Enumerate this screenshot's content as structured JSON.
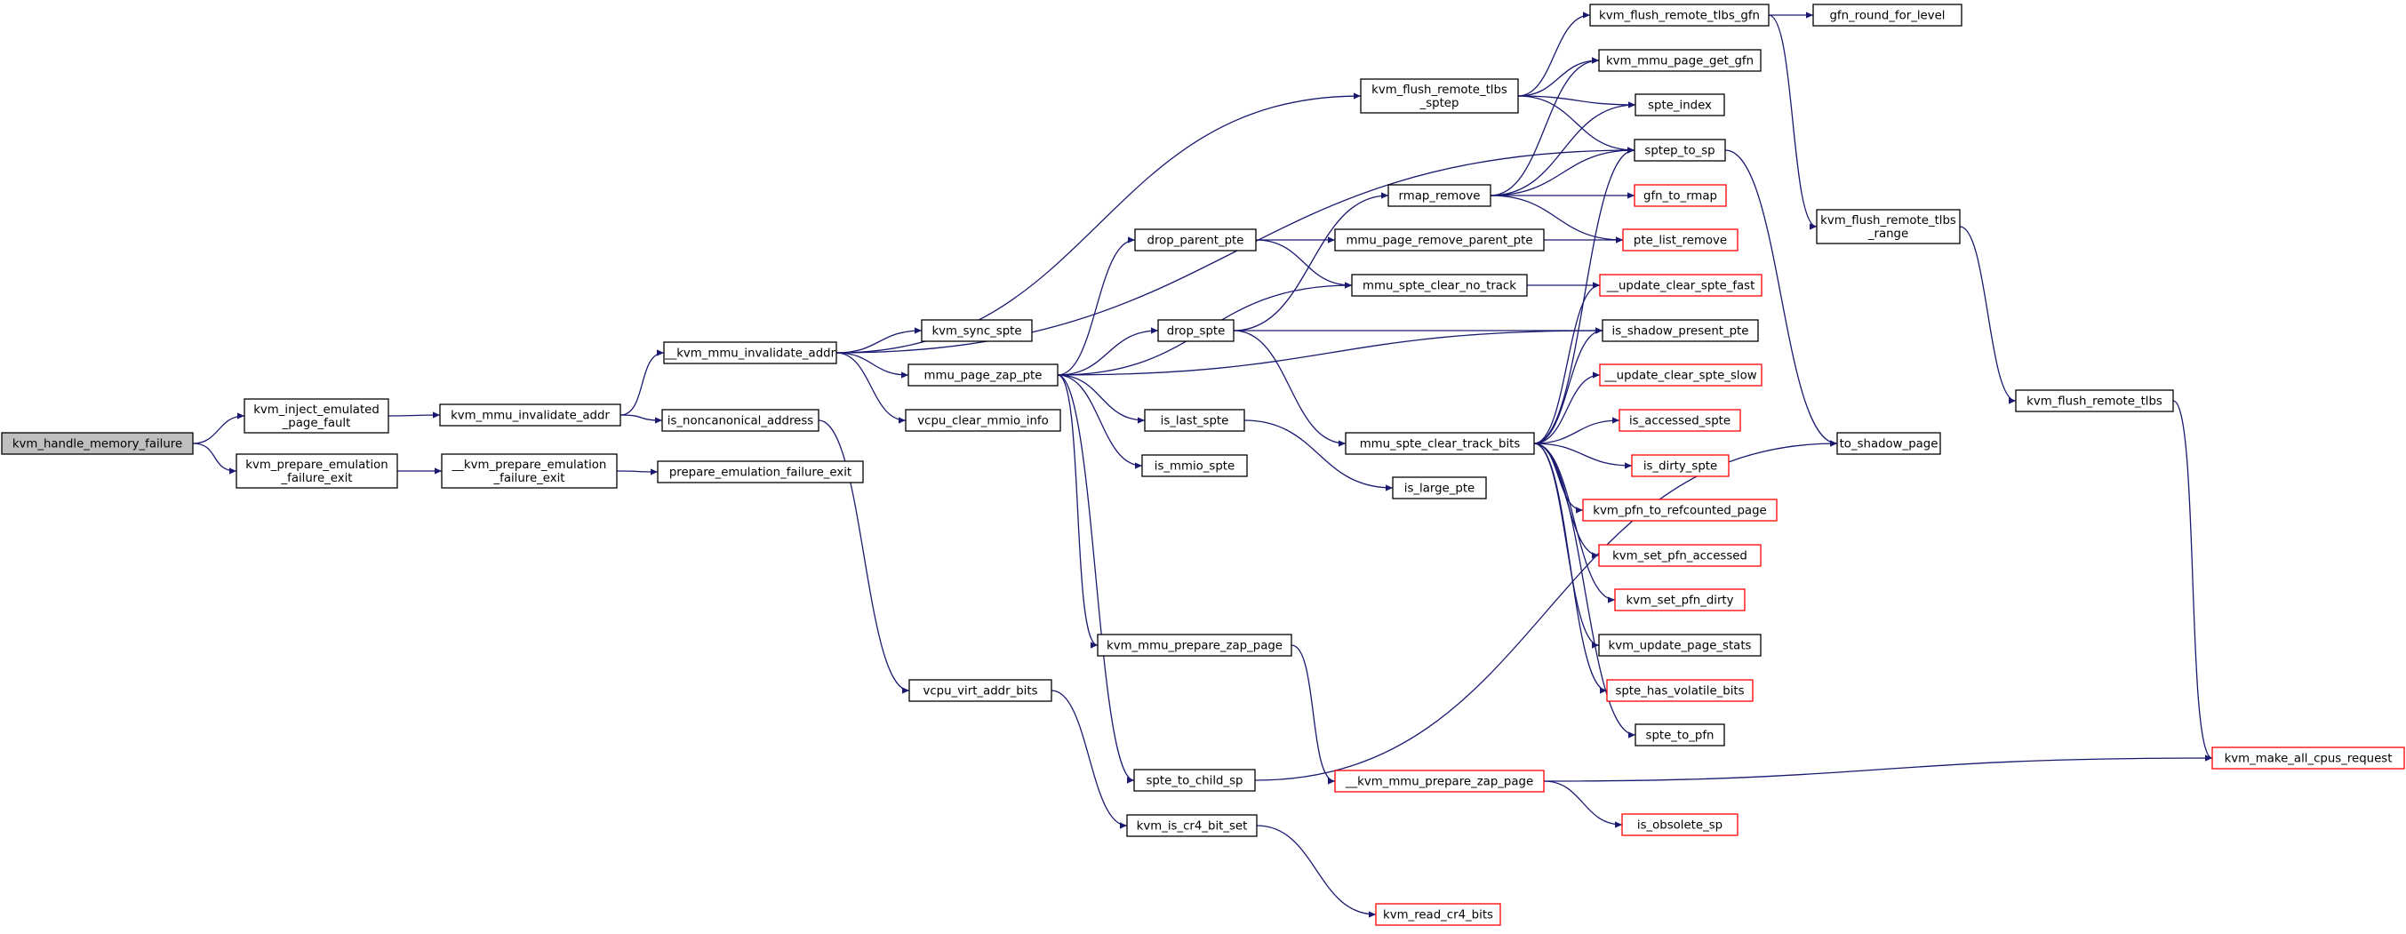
{
  "colors": {
    "edge": "#191970",
    "border_normal": "#000000",
    "border_red": "#ff0000",
    "fill_normal": "#ffffff",
    "fill_root": "#bfbfbf"
  },
  "nodes": [
    {
      "id": "n0",
      "lines": [
        "kvm_handle_memory_failure"
      ],
      "style": "root"
    },
    {
      "id": "n1",
      "lines": [
        "kvm_inject_emulated",
        "_page_fault"
      ],
      "style": "normal"
    },
    {
      "id": "n2",
      "lines": [
        "kvm_prepare_emulation",
        "_failure_exit"
      ],
      "style": "normal"
    },
    {
      "id": "n3",
      "lines": [
        "kvm_mmu_invalidate_addr"
      ],
      "style": "normal"
    },
    {
      "id": "n4",
      "lines": [
        "is_noncanonical_address"
      ],
      "style": "normal"
    },
    {
      "id": "n5",
      "lines": [
        "__kvm_prepare_emulation",
        "_failure_exit"
      ],
      "style": "normal"
    },
    {
      "id": "n6",
      "lines": [
        "prepare_emulation_failure_exit"
      ],
      "style": "normal"
    },
    {
      "id": "n7",
      "lines": [
        "__kvm_mmu_invalidate_addr"
      ],
      "style": "normal"
    },
    {
      "id": "n8",
      "lines": [
        "kvm_sync_spte"
      ],
      "style": "normal"
    },
    {
      "id": "n9",
      "lines": [
        "mmu_page_zap_pte"
      ],
      "style": "normal"
    },
    {
      "id": "n10",
      "lines": [
        "vcpu_clear_mmio_info"
      ],
      "style": "normal"
    },
    {
      "id": "n11",
      "lines": [
        "vcpu_virt_addr_bits"
      ],
      "style": "normal"
    },
    {
      "id": "n12",
      "lines": [
        "kvm_is_cr4_bit_set"
      ],
      "style": "normal"
    },
    {
      "id": "n13",
      "lines": [
        "kvm_read_cr4_bits"
      ],
      "style": "red"
    },
    {
      "id": "n14",
      "lines": [
        "drop_parent_pte"
      ],
      "style": "normal"
    },
    {
      "id": "n15",
      "lines": [
        "drop_spte"
      ],
      "style": "normal"
    },
    {
      "id": "n16",
      "lines": [
        "is_last_spte"
      ],
      "style": "normal"
    },
    {
      "id": "n17",
      "lines": [
        "is_mmio_spte"
      ],
      "style": "normal"
    },
    {
      "id": "n18",
      "lines": [
        "kvm_mmu_prepare_zap_page"
      ],
      "style": "normal"
    },
    {
      "id": "n19",
      "lines": [
        "spte_to_child_sp"
      ],
      "style": "normal"
    },
    {
      "id": "n20",
      "lines": [
        "kvm_flush_remote_tlbs",
        "_sptep"
      ],
      "style": "normal"
    },
    {
      "id": "n21",
      "lines": [
        "rmap_remove"
      ],
      "style": "normal"
    },
    {
      "id": "n22",
      "lines": [
        "mmu_page_remove_parent_pte"
      ],
      "style": "normal"
    },
    {
      "id": "n23",
      "lines": [
        "mmu_spte_clear_no_track"
      ],
      "style": "normal"
    },
    {
      "id": "n24",
      "lines": [
        "mmu_spte_clear_track_bits"
      ],
      "style": "normal"
    },
    {
      "id": "n25",
      "lines": [
        "is_large_pte"
      ],
      "style": "normal"
    },
    {
      "id": "n26",
      "lines": [
        "__kvm_mmu_prepare_zap_page"
      ],
      "style": "red"
    },
    {
      "id": "n27",
      "lines": [
        "kvm_flush_remote_tlbs_gfn"
      ],
      "style": "normal"
    },
    {
      "id": "n28",
      "lines": [
        "kvm_mmu_page_get_gfn"
      ],
      "style": "normal"
    },
    {
      "id": "n29",
      "lines": [
        "spte_index"
      ],
      "style": "normal"
    },
    {
      "id": "n30",
      "lines": [
        "sptep_to_sp"
      ],
      "style": "normal"
    },
    {
      "id": "n31",
      "lines": [
        "gfn_to_rmap"
      ],
      "style": "red"
    },
    {
      "id": "n32",
      "lines": [
        "pte_list_remove"
      ],
      "style": "red"
    },
    {
      "id": "n33",
      "lines": [
        "__update_clear_spte_fast"
      ],
      "style": "red"
    },
    {
      "id": "n34",
      "lines": [
        "is_shadow_present_pte"
      ],
      "style": "normal"
    },
    {
      "id": "n35",
      "lines": [
        "__update_clear_spte_slow"
      ],
      "style": "red"
    },
    {
      "id": "n36",
      "lines": [
        "is_accessed_spte"
      ],
      "style": "red"
    },
    {
      "id": "n37",
      "lines": [
        "is_dirty_spte"
      ],
      "style": "red"
    },
    {
      "id": "n38",
      "lines": [
        "kvm_pfn_to_refcounted_page"
      ],
      "style": "red"
    },
    {
      "id": "n39",
      "lines": [
        "kvm_set_pfn_accessed"
      ],
      "style": "red"
    },
    {
      "id": "n40",
      "lines": [
        "kvm_set_pfn_dirty"
      ],
      "style": "red"
    },
    {
      "id": "n41",
      "lines": [
        "kvm_update_page_stats"
      ],
      "style": "normal"
    },
    {
      "id": "n42",
      "lines": [
        "spte_has_volatile_bits"
      ],
      "style": "red"
    },
    {
      "id": "n43",
      "lines": [
        "spte_to_pfn"
      ],
      "style": "normal"
    },
    {
      "id": "n44",
      "lines": [
        "is_obsolete_sp"
      ],
      "style": "red"
    },
    {
      "id": "n45",
      "lines": [
        "gfn_round_for_level"
      ],
      "style": "normal"
    },
    {
      "id": "n46",
      "lines": [
        "kvm_flush_remote_tlbs",
        "_range"
      ],
      "style": "normal"
    },
    {
      "id": "n47",
      "lines": [
        "to_shadow_page"
      ],
      "style": "normal"
    },
    {
      "id": "n48",
      "lines": [
        "kvm_flush_remote_tlbs"
      ],
      "style": "normal"
    },
    {
      "id": "n49",
      "lines": [
        "kvm_make_all_cpus_request"
      ],
      "style": "red"
    }
  ],
  "edges": [
    [
      "n0",
      "n1"
    ],
    [
      "n0",
      "n2"
    ],
    [
      "n1",
      "n3"
    ],
    [
      "n2",
      "n5"
    ],
    [
      "n3",
      "n7"
    ],
    [
      "n3",
      "n4"
    ],
    [
      "n4",
      "n11"
    ],
    [
      "n5",
      "n6"
    ],
    [
      "n7",
      "n20"
    ],
    [
      "n7",
      "n30"
    ],
    [
      "n7",
      "n8"
    ],
    [
      "n7",
      "n9"
    ],
    [
      "n7",
      "n10"
    ],
    [
      "n9",
      "n14"
    ],
    [
      "n9",
      "n23"
    ],
    [
      "n9",
      "n15"
    ],
    [
      "n9",
      "n34"
    ],
    [
      "n9",
      "n16"
    ],
    [
      "n9",
      "n17"
    ],
    [
      "n9",
      "n18"
    ],
    [
      "n9",
      "n19"
    ],
    [
      "n11",
      "n12"
    ],
    [
      "n12",
      "n13"
    ],
    [
      "n14",
      "n22"
    ],
    [
      "n14",
      "n23"
    ],
    [
      "n15",
      "n21"
    ],
    [
      "n15",
      "n34"
    ],
    [
      "n15",
      "n24"
    ],
    [
      "n16",
      "n25"
    ],
    [
      "n18",
      "n26"
    ],
    [
      "n19",
      "n47"
    ],
    [
      "n20",
      "n27"
    ],
    [
      "n20",
      "n28"
    ],
    [
      "n20",
      "n29"
    ],
    [
      "n20",
      "n30"
    ],
    [
      "n21",
      "n28"
    ],
    [
      "n21",
      "n29"
    ],
    [
      "n21",
      "n30"
    ],
    [
      "n21",
      "n31"
    ],
    [
      "n21",
      "n32"
    ],
    [
      "n22",
      "n32"
    ],
    [
      "n23",
      "n33"
    ],
    [
      "n24",
      "n30"
    ],
    [
      "n24",
      "n33"
    ],
    [
      "n24",
      "n34"
    ],
    [
      "n24",
      "n35"
    ],
    [
      "n24",
      "n36"
    ],
    [
      "n24",
      "n37"
    ],
    [
      "n24",
      "n38"
    ],
    [
      "n24",
      "n39"
    ],
    [
      "n24",
      "n40"
    ],
    [
      "n24",
      "n41"
    ],
    [
      "n24",
      "n42"
    ],
    [
      "n24",
      "n43"
    ],
    [
      "n26",
      "n49"
    ],
    [
      "n26",
      "n44"
    ],
    [
      "n27",
      "n45"
    ],
    [
      "n27",
      "n46"
    ],
    [
      "n30",
      "n47"
    ],
    [
      "n46",
      "n48"
    ],
    [
      "n48",
      "n49"
    ]
  ]
}
